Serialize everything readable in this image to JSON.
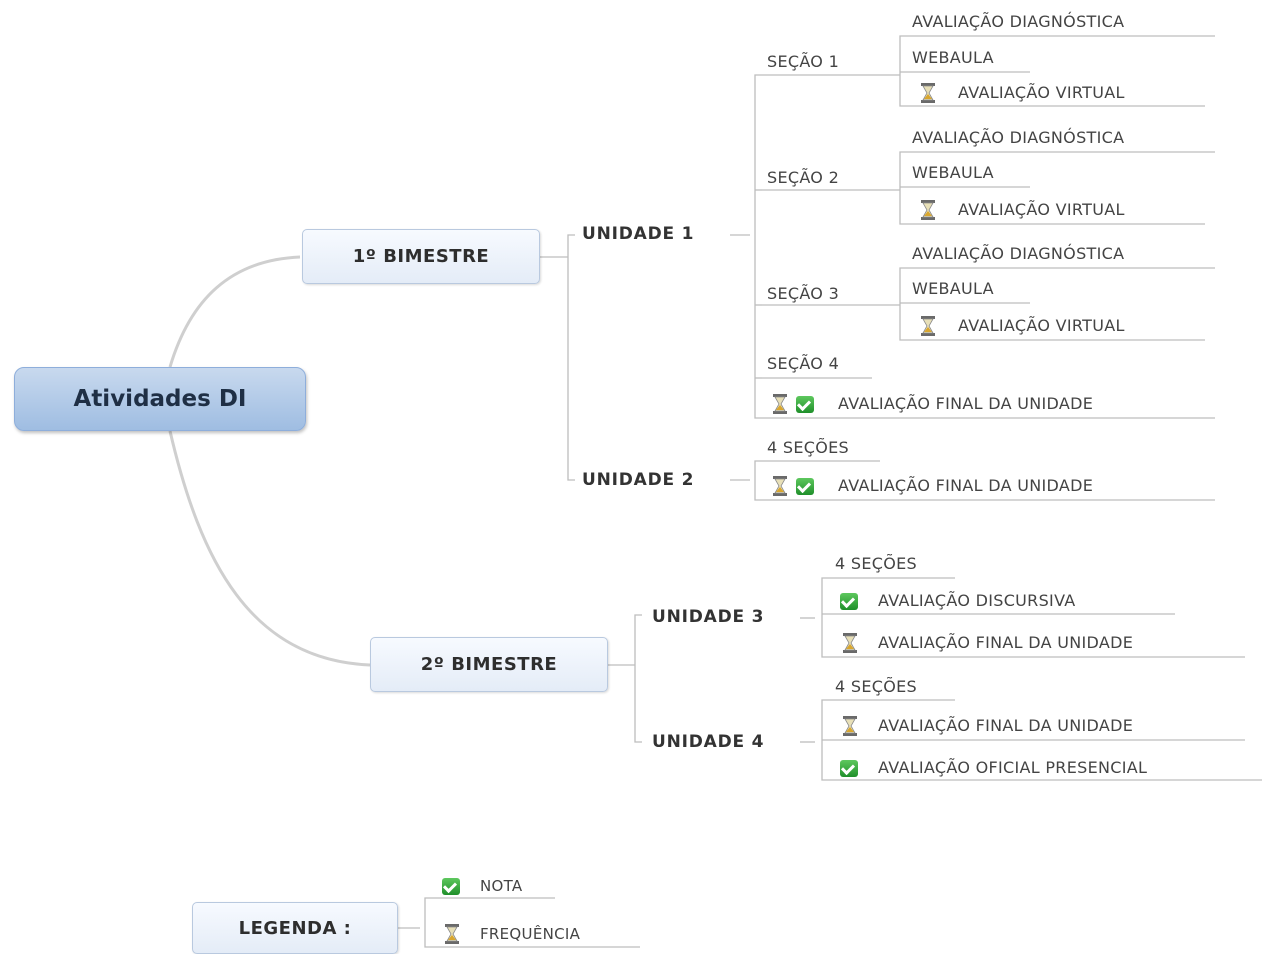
{
  "root": {
    "title": "Atividades DI"
  },
  "b1": {
    "title": "1º BIMESTRE",
    "u1": {
      "title": "UNIDADE 1",
      "sec1": {
        "title": "SEÇÃO 1",
        "a": "AVALIAÇÃO DIAGNÓSTICA",
        "b": "WEBAULA",
        "c": "AVALIAÇÃO VIRTUAL"
      },
      "sec2": {
        "title": "SEÇÃO 2",
        "a": "AVALIAÇÃO DIAGNÓSTICA",
        "b": "WEBAULA",
        "c": "AVALIAÇÃO VIRTUAL"
      },
      "sec3": {
        "title": "SEÇÃO 3",
        "a": "AVALIAÇÃO DIAGNÓSTICA",
        "b": "WEBAULA",
        "c": "AVALIAÇÃO VIRTUAL"
      },
      "sec4": "SEÇÃO 4",
      "final": "AVALIAÇÃO FINAL DA UNIDADE"
    },
    "u2": {
      "title": "UNIDADE 2",
      "secoes": "4 SEÇÕES",
      "final": "AVALIAÇÃO FINAL DA UNIDADE"
    }
  },
  "b2": {
    "title": "2º BIMESTRE",
    "u3": {
      "title": "UNIDADE 3",
      "secoes": "4 SEÇÕES",
      "disc": "AVALIAÇÃO DISCURSIVA",
      "final": "AVALIAÇÃO FINAL DA UNIDADE"
    },
    "u4": {
      "title": "UNIDADE 4",
      "secoes": "4 SEÇÕES",
      "final": "AVALIAÇÃO FINAL DA UNIDADE",
      "oficial": "AVALIAÇÃO OFICIAL PRESENCIAL"
    }
  },
  "legend": {
    "title": "LEGENDA :",
    "nota": "NOTA",
    "freq": "FREQUÊNCIA"
  },
  "icons": {
    "hourglass": "hourglass-icon",
    "check": "check-icon"
  },
  "colors": {
    "root": "#9fbde2",
    "check": "#1f8f2a",
    "hourglass": "#c8a640",
    "line": "#cccccc"
  }
}
